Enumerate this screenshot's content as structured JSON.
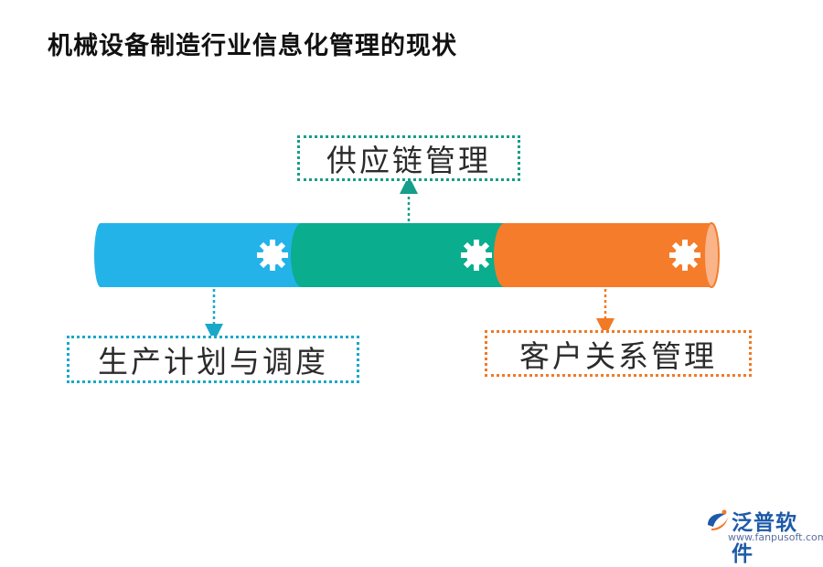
{
  "title": "机械设备制造行业信息化管理的现状",
  "nodes": {
    "supply_chain": "供应链管理",
    "production_planning": "生产计划与调度",
    "crm": "客户关系管理"
  },
  "colors": {
    "blue": "#23b3e9",
    "teal": "#0aad8e",
    "orange": "#f57c2a"
  },
  "icons": {
    "segment": "gear-icon",
    "logo": "fanpu-logo-icon"
  },
  "logo": {
    "name": "泛普软件",
    "url": "www.fanpusoft.com"
  }
}
